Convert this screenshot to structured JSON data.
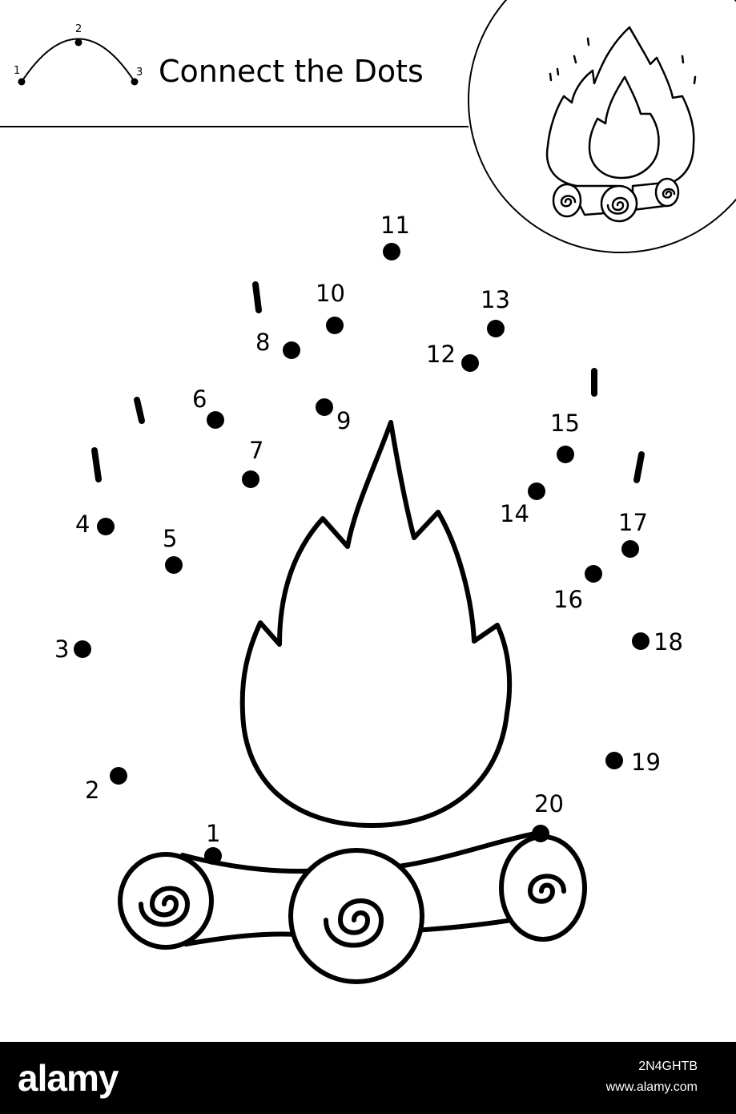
{
  "header": {
    "title": "Connect the Dots",
    "example_numbers": [
      "1",
      "2",
      "3"
    ]
  },
  "puzzle": {
    "dot_labels": [
      "1",
      "2",
      "3",
      "4",
      "5",
      "6",
      "7",
      "8",
      "9",
      "10",
      "11",
      "12",
      "13",
      "14",
      "15",
      "16",
      "17",
      "18",
      "19",
      "20"
    ]
  },
  "footer": {
    "logo": "alamy",
    "image_id": "2N4GHTB",
    "url": "www.alamy.com"
  },
  "colors": {
    "ink": "#000000",
    "paper": "#ffffff"
  }
}
